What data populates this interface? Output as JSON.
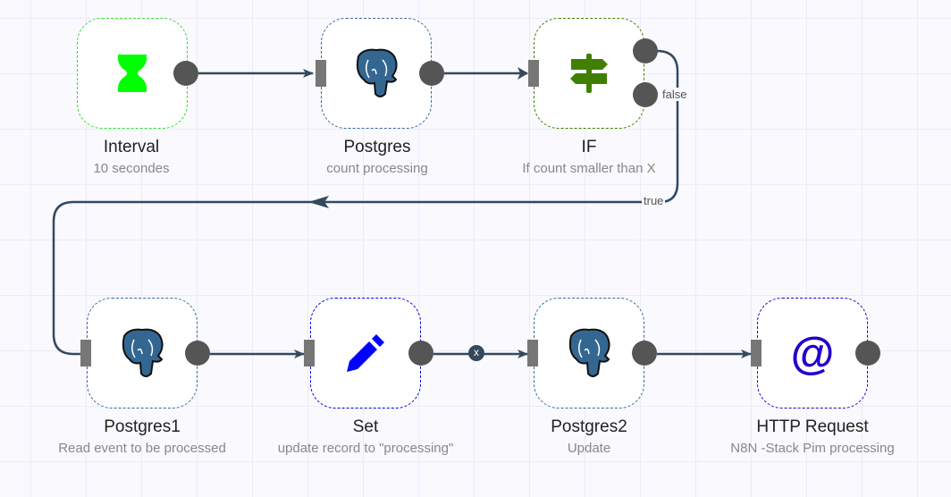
{
  "workflow": {
    "nodes": [
      {
        "id": "interval",
        "title": "Interval",
        "subtitle": "10 secondes",
        "icon": "hourglass-icon",
        "icon_color": "#00ff00",
        "border_color": "#33dd33"
      },
      {
        "id": "postgres",
        "title": "Postgres",
        "subtitle": "count processing",
        "icon": "postgres-elephant-icon",
        "icon_color": "#336791",
        "border_color": "#3a6a9a"
      },
      {
        "id": "if",
        "title": "IF",
        "subtitle": "If count smaller than X",
        "icon": "signpost-icon",
        "icon_color": "#408000",
        "border_color": "#408000"
      },
      {
        "id": "postgres1",
        "title": "Postgres1",
        "subtitle": "Read event to be processed",
        "icon": "postgres-elephant-icon",
        "icon_color": "#336791",
        "border_color": "#3a6a9a"
      },
      {
        "id": "set",
        "title": "Set",
        "subtitle": "update record to \"processing\"",
        "icon": "pencil-icon",
        "icon_color": "#0000ff",
        "border_color": "#0000ee"
      },
      {
        "id": "postgres2",
        "title": "Postgres2",
        "subtitle": "Update",
        "icon": "postgres-elephant-icon",
        "icon_color": "#336791",
        "border_color": "#3a6a9a"
      },
      {
        "id": "http",
        "title": "HTTP Request",
        "subtitle": "N8N -Stack Pim processing",
        "icon": "at-sign-icon",
        "icon_color": "#2200cc",
        "border_color": "#2200cc"
      }
    ],
    "edge_labels": {
      "true_label": "true",
      "false_label": "false"
    },
    "delete_connection_glyph": "x",
    "at_glyph": "@",
    "colors": {
      "connection": "#34495e",
      "handle": "#555555",
      "input_handle": "#777777"
    }
  }
}
